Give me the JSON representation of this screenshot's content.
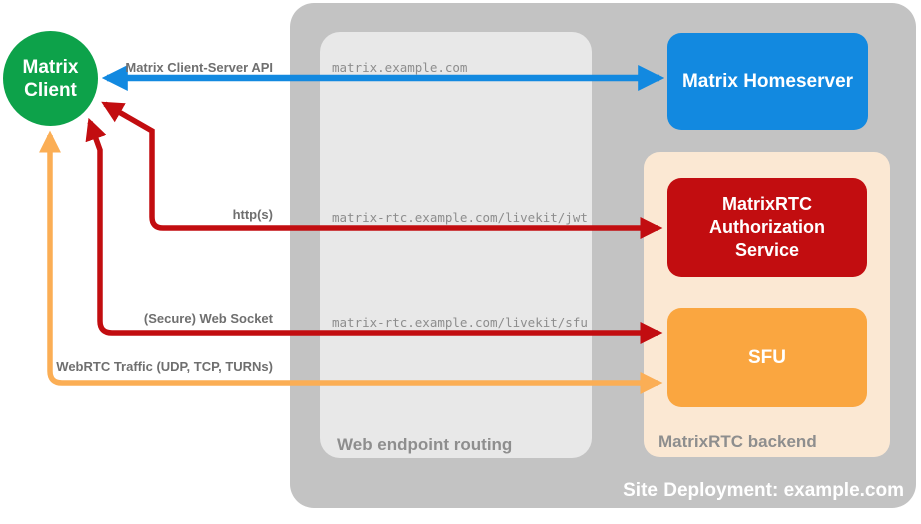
{
  "site": {
    "label": "Site Deployment: example.com",
    "bg": "#c3c3c3"
  },
  "routing": {
    "label": "Web endpoint routing",
    "bg": "#e8e8e8",
    "endpoints": [
      "matrix.example.com",
      "matrix-rtc.example.com/livekit/jwt",
      "matrix-rtc.example.com/livekit/sfu"
    ]
  },
  "backend": {
    "label": "MatrixRTC backend",
    "bg": "#fbe8d3"
  },
  "nodes": {
    "client": {
      "label": "Matrix\nClient",
      "bg": "#0da24a"
    },
    "homeserver": {
      "label": "Matrix Homeserver",
      "bg": "#1289e0"
    },
    "auth": {
      "label": "MatrixRTC\nAuthorization\nService",
      "bg": "#c20d10"
    },
    "sfu": {
      "label": "SFU",
      "bg": "#faa640"
    }
  },
  "edges": {
    "client_server_api": {
      "label": "Matrix Client-Server API",
      "color": "#1289e0"
    },
    "https": {
      "label": "http(s)",
      "color": "#c20d10"
    },
    "websocket": {
      "label": "(Secure) Web Socket",
      "color": "#c20d10"
    },
    "webrtc": {
      "label": "WebRTC Traffic (UDP, TCP, TURNs)",
      "color": "#fbae55"
    }
  }
}
